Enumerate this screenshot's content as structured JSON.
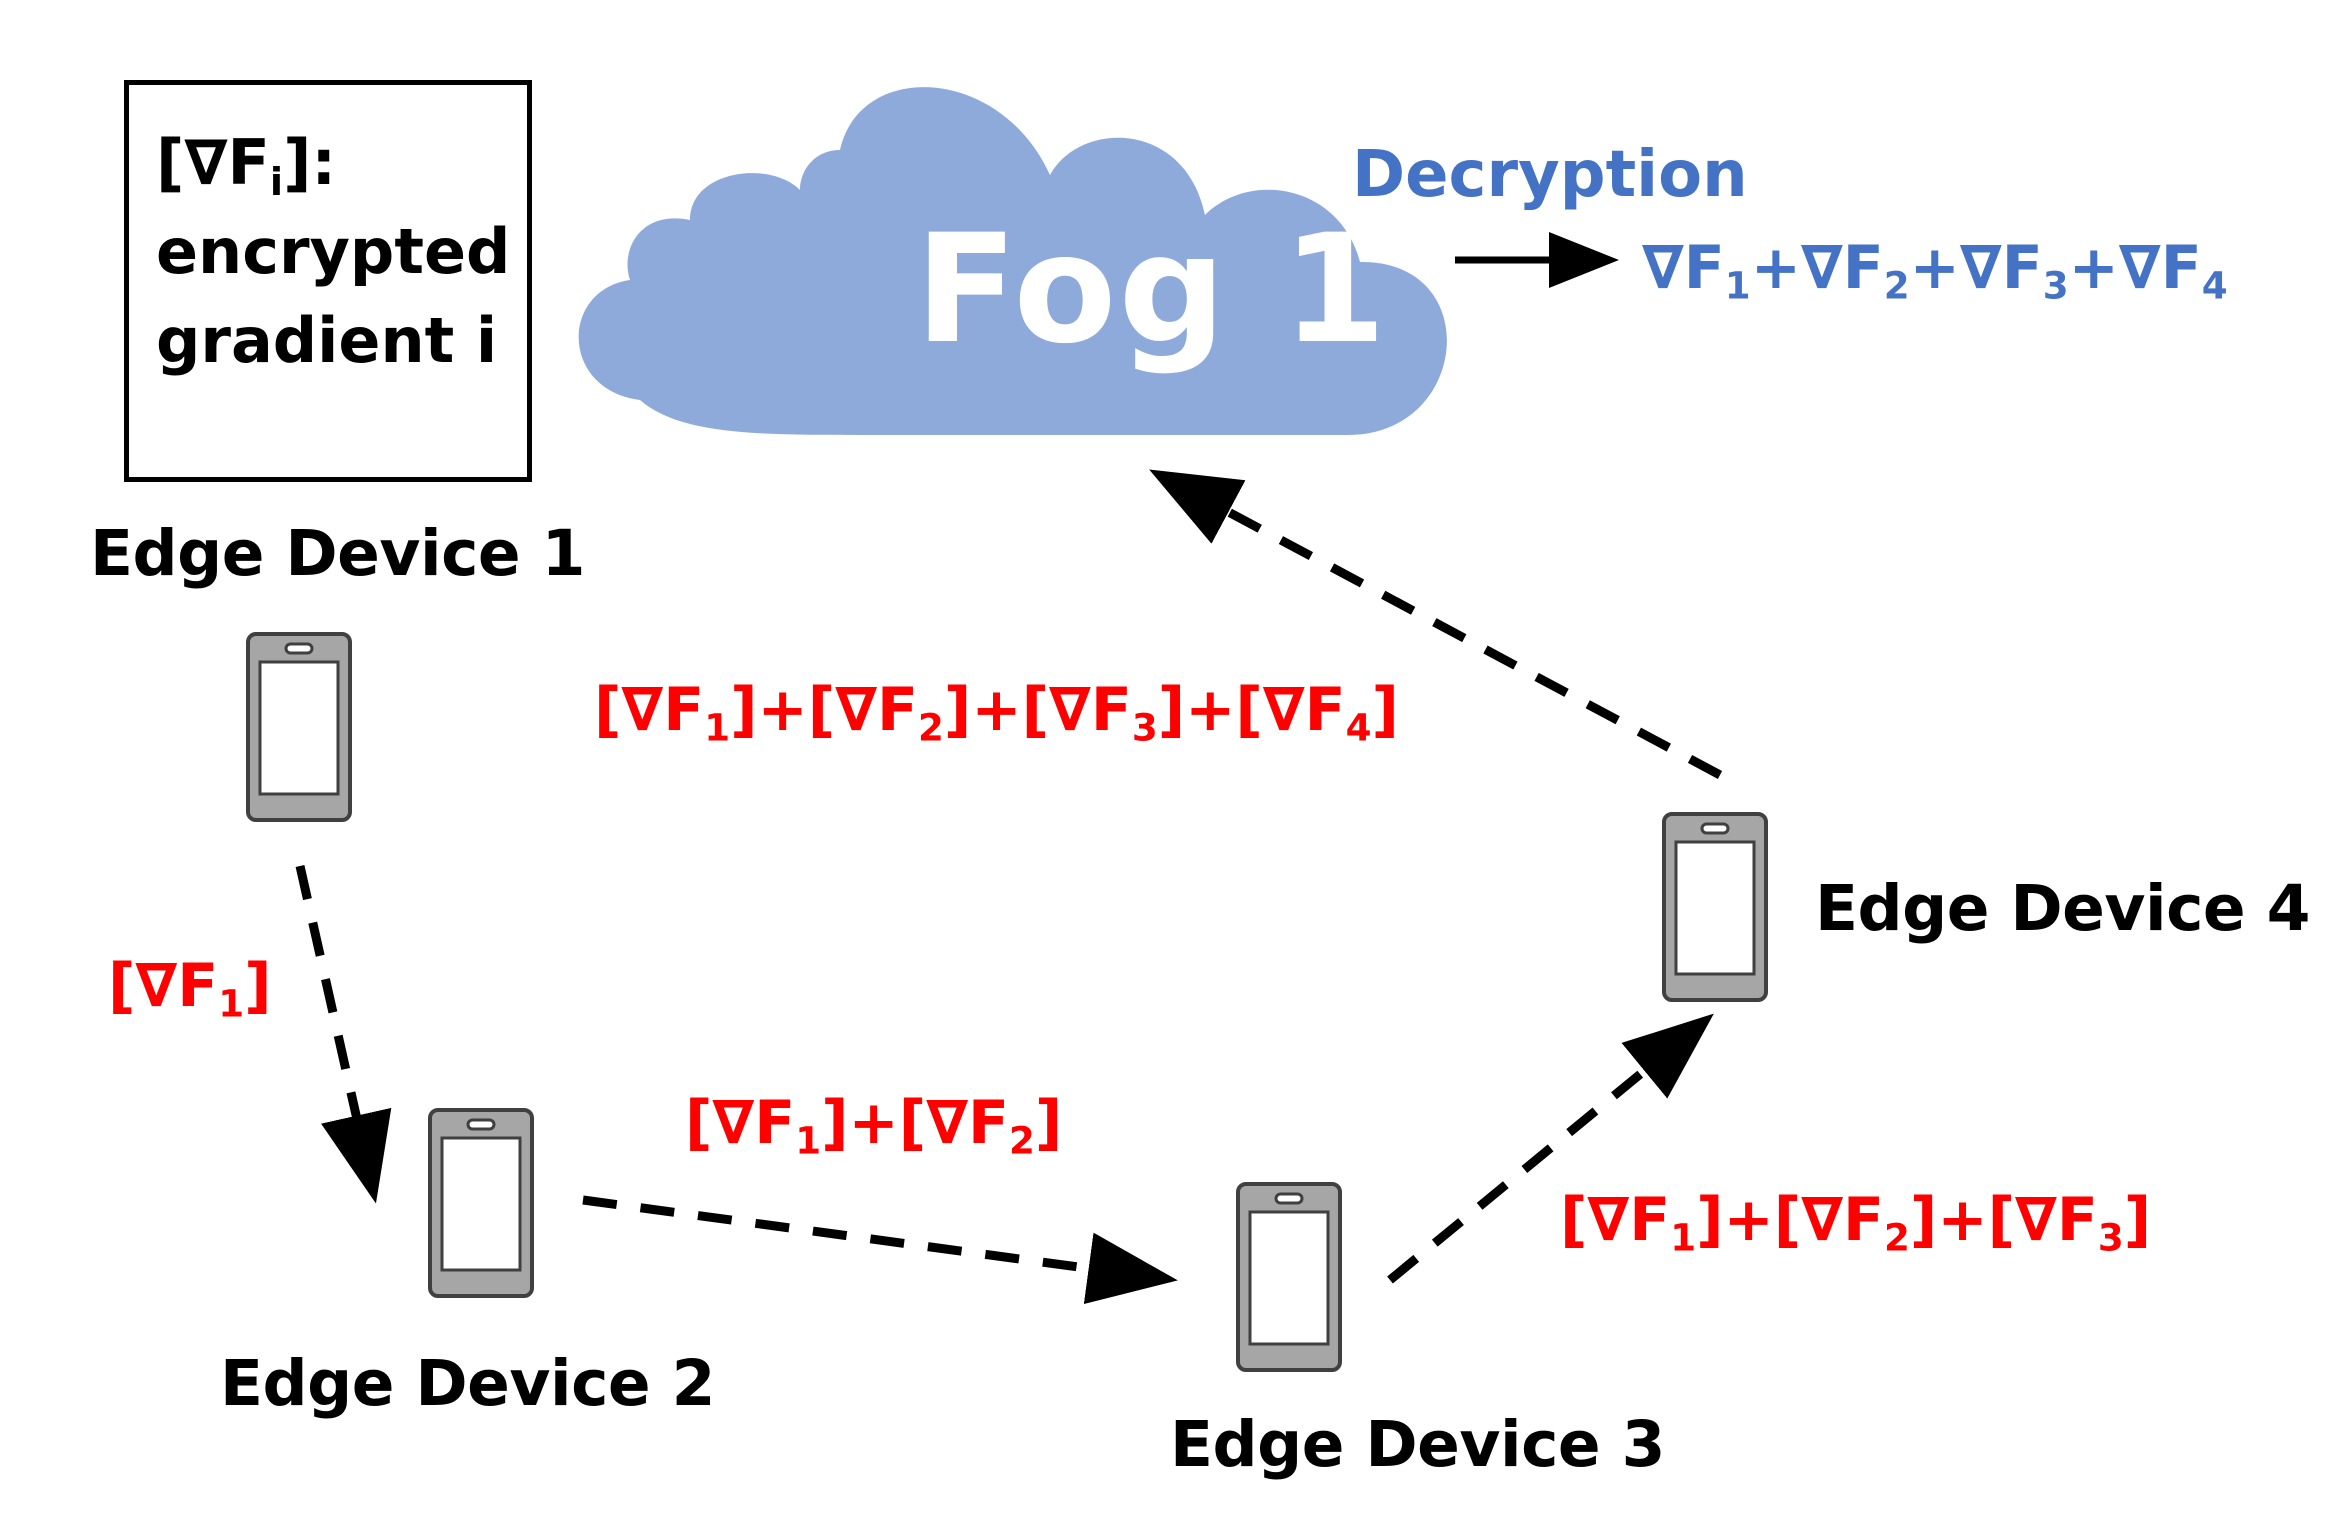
{
  "legend": {
    "line1_prefix": "[∇F",
    "line1_sub": "i",
    "line1_suffix": "]:",
    "line2": "encrypted",
    "line3": "gradient i"
  },
  "fog": {
    "title": "Fog 1",
    "color": "#8eaadb"
  },
  "decryption": {
    "label": "Decryption",
    "result_parts": [
      "∇F",
      "1",
      "+∇F",
      "2",
      "+∇F",
      "3",
      "+∇F",
      "4"
    ],
    "color": "#4472c4"
  },
  "devices": [
    {
      "label": "Edge Device 1"
    },
    {
      "label": "Edge Device 2"
    },
    {
      "label": "Edge Device 3"
    },
    {
      "label": "Edge Device 4"
    }
  ],
  "messages": {
    "m1": [
      "[∇F",
      "1",
      "]"
    ],
    "m2": [
      "[∇F",
      "1",
      "]+[∇F",
      "2",
      "]"
    ],
    "m3": [
      "[∇F",
      "1",
      "]+[∇F",
      "2",
      "]+[∇F",
      "3",
      "]"
    ],
    "m4": [
      "[∇F",
      "1",
      "]+[∇F",
      "2",
      "]+[∇F",
      "3",
      "]+[∇F",
      "4",
      "]"
    ]
  },
  "colors": {
    "encrypted_text": "#ff0000",
    "phone_body": "#a6a6a6",
    "arrow": "#000000"
  }
}
